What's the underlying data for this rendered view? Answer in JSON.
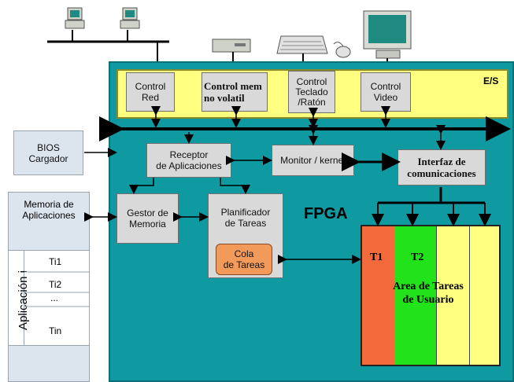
{
  "es_label": "E/S",
  "io_blocks": {
    "control_red": "Control\nRed",
    "control_mem": "Control mem\nno volatil",
    "control_teclado": "Control\nTeclado\n/Ratón",
    "control_video": "Control\nVideo"
  },
  "bios": "BIOS\nCargador",
  "receptor": "Receptor\nde Aplicaciones",
  "monitor": "Monitor / kernel",
  "interfaz": "Interfaz de\ncomunicaciones",
  "gestor": "Gestor de\nMemoria",
  "planificador": "Planificador\nde Tareas",
  "cola": "Cola\nde Tareas",
  "fpga_label": "FPGA",
  "memoria_title": "Memoria de\nAplicaciones",
  "aplicacion_label": "Aplicación i",
  "task_slots": [
    "Ti1",
    "Ti2",
    "...",
    "Tin"
  ],
  "user_area": {
    "t1": "T1",
    "t2": "T2",
    "label": "Area de Tareas\nde Usuario"
  },
  "colors": {
    "fpga_bg": "#0f9aa1",
    "es_bg": "#ffff80",
    "block_bg": "#d9d9d9",
    "cola_bg": "#f29a5a",
    "t1_bg": "#f36a3d",
    "t2_bg": "#22e21a",
    "t3_bg": "#ffff80",
    "t4_bg": "#ffff80"
  }
}
